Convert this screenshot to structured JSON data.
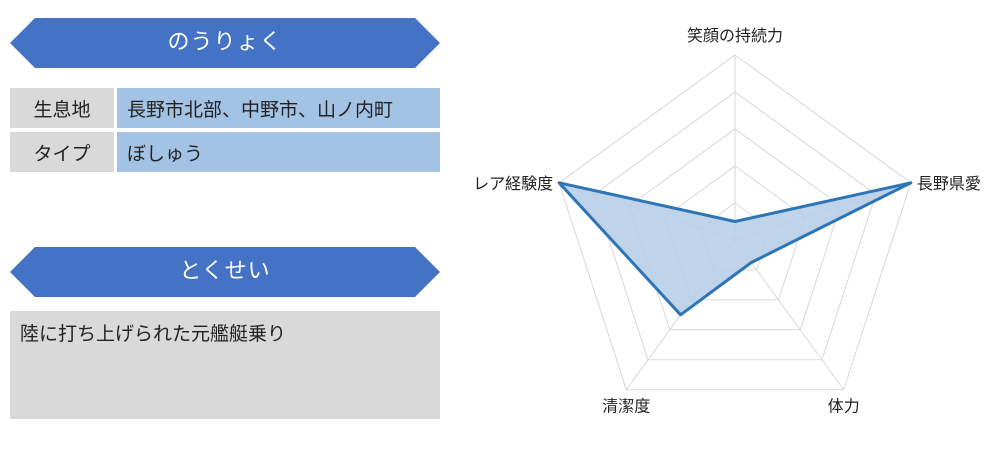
{
  "ability": {
    "title": "のうりょく",
    "rows": [
      {
        "label": "生息地",
        "value": "長野市北部、中野市、山ノ内町"
      },
      {
        "label": "タイプ",
        "value": "ぼしゅう"
      }
    ]
  },
  "trait": {
    "title": "とくせい",
    "text": "陸に打ち上げられた元艦艇乗り"
  },
  "colors": {
    "banner": "#4472c4",
    "table_value_bg": "#a3c3e5",
    "cell_bg": "#d9d9d9",
    "series_line": "#2e75b6",
    "series_fill": "#b4cde8",
    "grid": "#d9d9d9"
  },
  "chart_data": {
    "type": "radar",
    "axes": [
      "笑顔の持続力",
      "長野県愛",
      "体力",
      "清潔度",
      "レア経験度"
    ],
    "series": [
      {
        "values": [
          1,
          10,
          1.5,
          5,
          10
        ]
      }
    ],
    "range": [
      0,
      10
    ],
    "grid_levels": 5,
    "legend": "none"
  }
}
